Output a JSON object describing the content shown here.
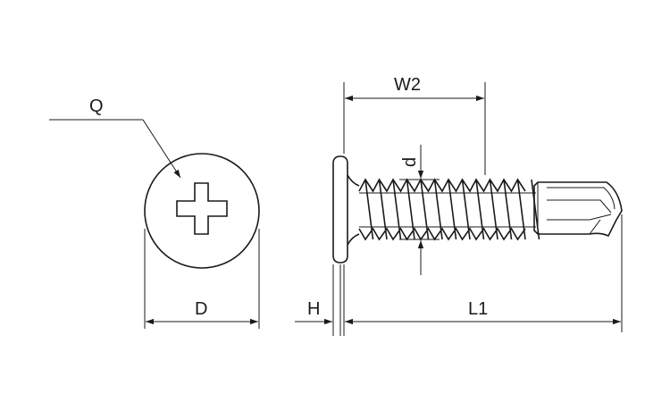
{
  "labels": {
    "Q": "Q",
    "W2": "W2",
    "d": "d",
    "D": "D",
    "H": "H",
    "L1": "L1"
  },
  "colors": {
    "line": "#1a1a1a",
    "background": "#ffffff"
  }
}
